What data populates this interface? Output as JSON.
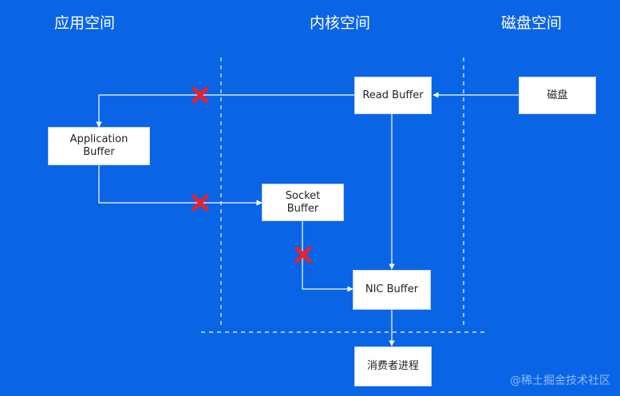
{
  "headers": {
    "app_space": "应用空间",
    "kernel_space": "内核空间",
    "disk_space": "磁盘空间"
  },
  "nodes": {
    "read_buffer": "Read Buffer",
    "disk": "磁盘",
    "application_buffer": "Application\nBuffer",
    "socket_buffer": "Socket\nBuffer",
    "nic_buffer": "NIC Buffer",
    "consumer_process": "消费者进程"
  },
  "watermark": "@稀土掘金技术社区",
  "colors": {
    "background": "#0a64e6",
    "line": "#ffffff",
    "cross": "#e8212b"
  }
}
